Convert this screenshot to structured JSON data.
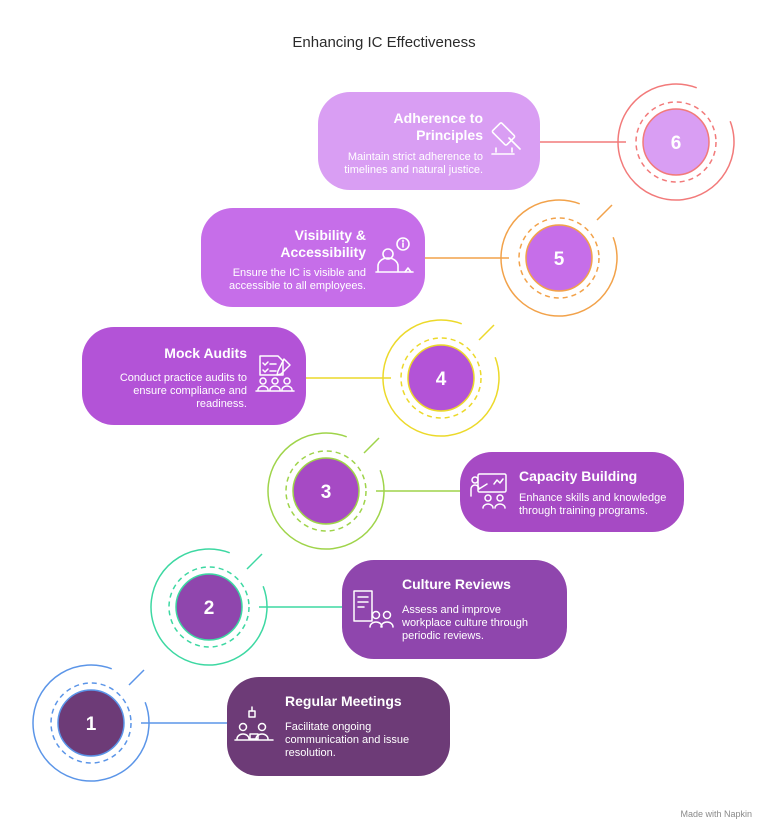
{
  "title": "Enhancing IC Effectiveness",
  "steps": [
    {
      "number": "1",
      "title": "Regular Meetings",
      "description": "Facilitate ongoing communication and issue resolution.",
      "icon": "meeting-icon",
      "card_color": "#6d3b77",
      "ring_color": "#5b95e8"
    },
    {
      "number": "2",
      "title": "Culture Reviews",
      "description": "Assess and improve workplace culture through periodic reviews.",
      "icon": "document-people-icon",
      "card_color": "#8f46ad",
      "ring_color": "#3dd8a2"
    },
    {
      "number": "3",
      "title": "Capacity Building",
      "description": "Enhance skills and knowledge through training programs.",
      "icon": "training-icon",
      "card_color": "#a64ac4",
      "ring_color": "#9fd44a"
    },
    {
      "number": "4",
      "title": "Mock Audits",
      "description": "Conduct practice audits to ensure compliance and readiness.",
      "icon": "audit-checklist-icon",
      "card_color": "#b353d7",
      "ring_color": "#ecd92a"
    },
    {
      "number": "5",
      "title": "Visibility & Accessibility",
      "description": "Ensure the IC is visible and accessible to all employees.",
      "icon": "info-person-icon",
      "card_color": "#c66ee9",
      "ring_color": "#f2a24a"
    },
    {
      "number": "6",
      "title": "Adherence to Principles",
      "description": "Maintain strict adherence to timelines and natural justice.",
      "icon": "gavel-icon",
      "card_color": "#d99ef3",
      "ring_color": "#f27a7a"
    }
  ],
  "footer": "Made with Napkin"
}
